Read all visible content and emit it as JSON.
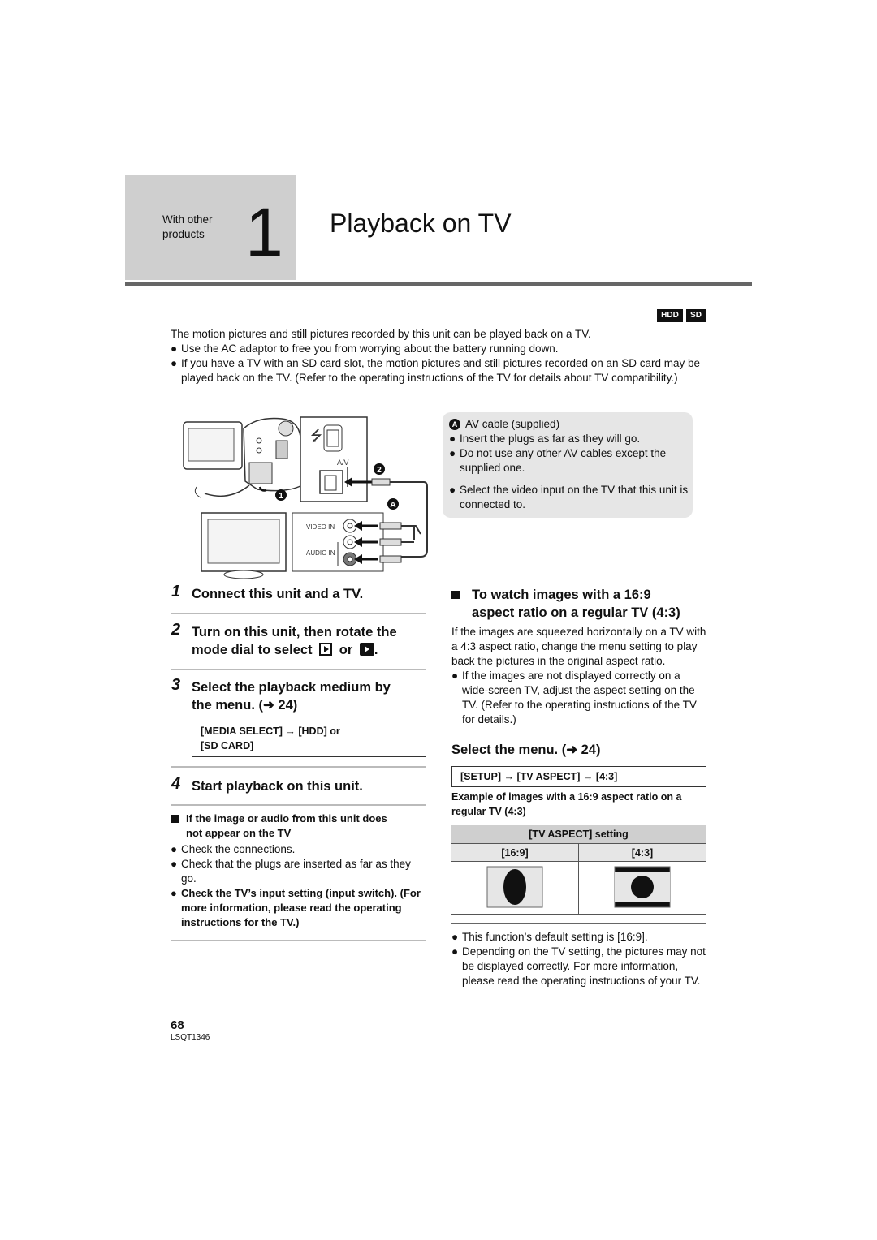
{
  "header": {
    "section_label": "With other products",
    "chapter_number": "1",
    "title": "Playback on TV",
    "badges": [
      "HDD",
      "SD"
    ]
  },
  "intro": {
    "text": "The motion pictures and still pictures recorded by this unit can be played back on a TV.",
    "bullets": [
      "Use the AC adaptor to free you from worrying about the battery running down.",
      "If you have a TV with an SD card slot, the motion pictures and still pictures recorded on an SD card may be played back on the TV. (Refer to the operating instructions of the TV for details about TV compatibility.)"
    ]
  },
  "figure": {
    "av_label": "A/V",
    "video_in": "VIDEO IN",
    "audio_in": "AUDIO IN",
    "marker_a": "A",
    "marker_1": "1",
    "marker_2": "2"
  },
  "infobox": {
    "cable_label": "A",
    "cable_text": "AV cable (supplied)",
    "bullets": [
      "Insert the plugs as far as they will go.",
      "Do not use any other AV cables except the supplied one.",
      "Select the video input on the TV that this unit is connected to."
    ]
  },
  "steps": [
    {
      "num": "1",
      "text": "Connect this unit and a TV."
    },
    {
      "num": "2",
      "text_line1": "Turn on this unit, then rotate the",
      "text_line2_a": "mode dial to select",
      "text_line2_b": "or"
    },
    {
      "num": "3",
      "text_line1": "Select the playback medium by",
      "text_line2": "the menu. (➜ 24)",
      "menu_line1": "[MEDIA SELECT] → [HDD] or",
      "menu_line2": "[SD CARD]"
    },
    {
      "num": "4",
      "text": "Start playback on this unit."
    }
  ],
  "trouble": {
    "heading_line1": "If the image or audio from this unit does",
    "heading_line2": "not appear on the TV",
    "bullets": [
      "Check the connections.",
      "Check that the plugs are inserted as far as they go."
    ],
    "bold_bullet": "Check the TV’s input setting (input switch). (For more information, please read the operating instructions for the TV.)"
  },
  "aspect_section": {
    "heading_line1": "To watch images with a 16:9",
    "heading_line2": "aspect ratio on a regular TV (4:3)",
    "body": "If the images are squeezed horizontally on a TV with a 4:3 aspect ratio, change the menu setting to play back the pictures in the original aspect ratio.",
    "bullet": "If the images are not displayed correctly on a wide-screen TV, adjust the aspect setting on the TV. (Refer to the operating instructions of the TV for details.)",
    "select_menu": "Select the menu. (➜ 24)",
    "menu_path": "[SETUP] → [TV ASPECT] → [4:3]",
    "example_caption": "Example of images with a 16:9 aspect ratio on a regular TV (4:3)",
    "table_header": "[TV ASPECT] setting",
    "col1": "[16:9]",
    "col2": "[4:3]",
    "notes": [
      "This function’s default setting is [16:9].",
      "Depending on the TV setting, the pictures may not be displayed correctly. For more information, please read the operating instructions of your TV."
    ]
  },
  "footer": {
    "page_number": "68",
    "code": "LSQT1346"
  }
}
